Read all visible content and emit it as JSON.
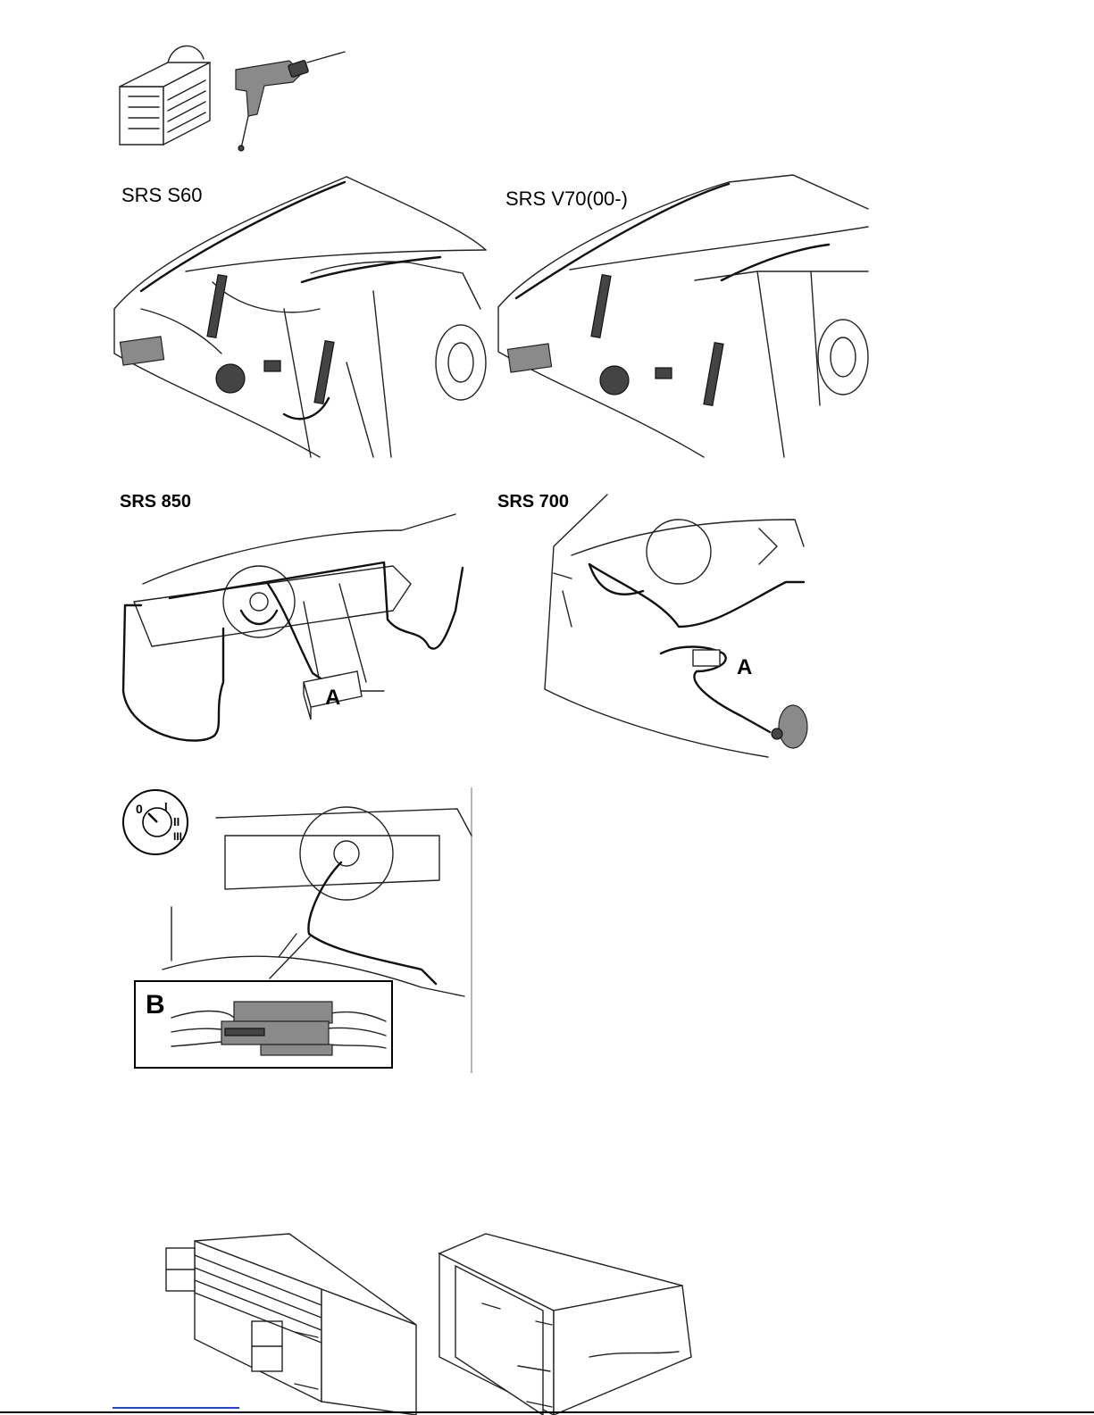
{
  "figures": {
    "tools": {},
    "srs_s60": {
      "label": "SRS S60"
    },
    "srs_v70": {
      "label": "SRS V70(00-)"
    },
    "srs_850": {
      "label": "SRS 850",
      "marker": "A"
    },
    "srs_700": {
      "label": "SRS 700",
      "marker": "A"
    },
    "ignition_connector": {
      "ignition_positions": [
        "0",
        "I",
        "II",
        "III"
      ],
      "inset_marker": "B"
    },
    "radio_frames": {}
  }
}
